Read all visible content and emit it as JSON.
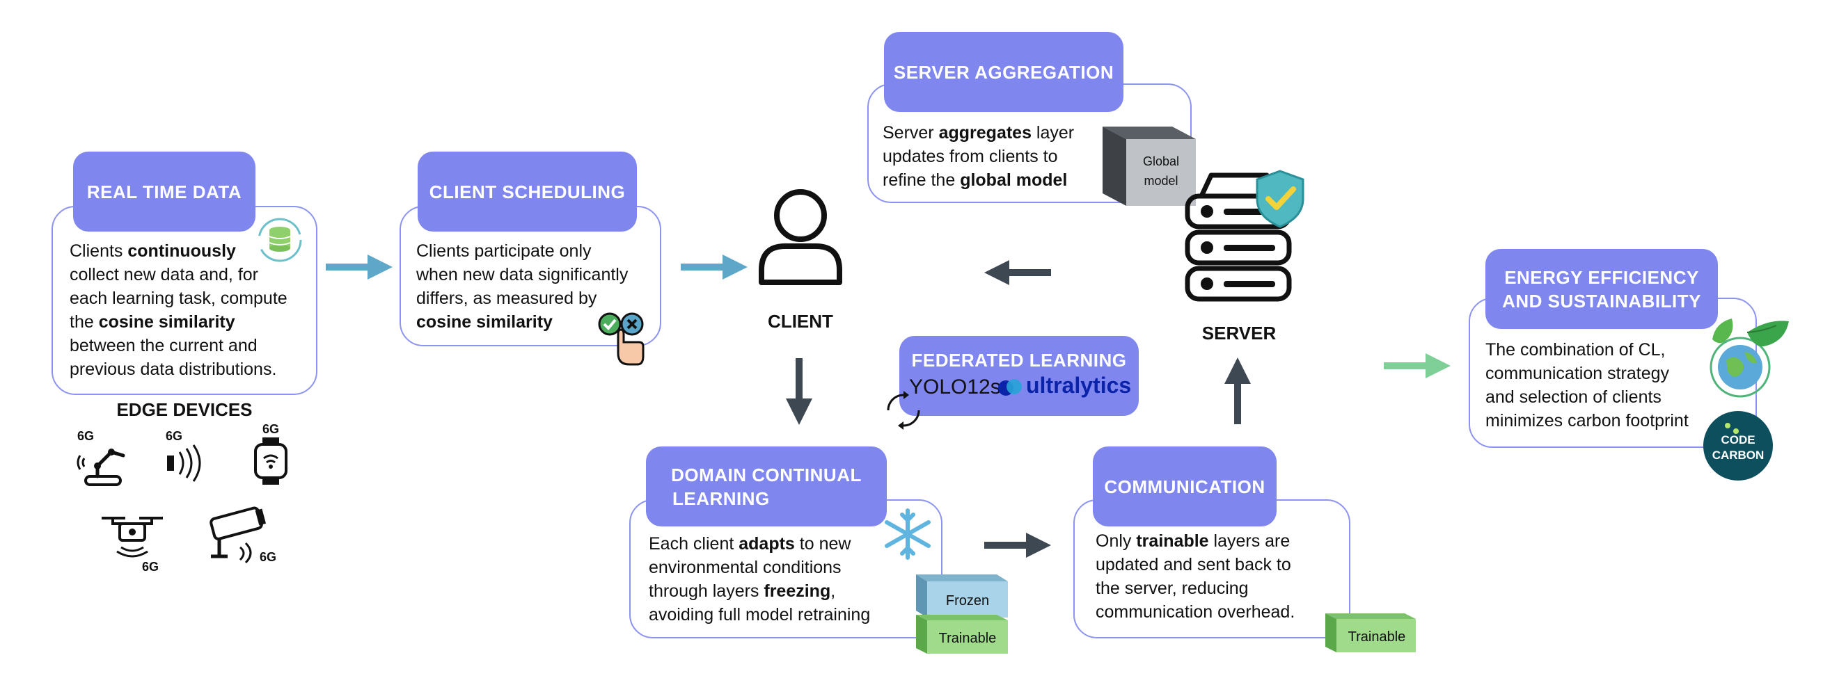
{
  "real_time": {
    "title": "REAL TIME DATA",
    "t1": "Clients ",
    "b1": "continuously",
    "t2": "collect new data and, for",
    "t3": "each learning task, compute",
    "t4": "the ",
    "b2": "cosine similarity",
    "t5": "between the current and",
    "t6": "previous data distributions."
  },
  "edge_devices": {
    "title": "EDGE DEVICES",
    "tag": "6G"
  },
  "client_scheduling": {
    "title": "CLIENT SCHEDULING",
    "t1": "Clients participate only",
    "t2": "when new data significantly",
    "t3": "differs, as measured by",
    "b1": "cosine similarity"
  },
  "client": {
    "label": "CLIENT"
  },
  "server_aggregation": {
    "title": "SERVER AGGREGATION",
    "t1": "Server ",
    "b1": "aggregates",
    "t1b": " layer",
    "t2": "updates from clients to",
    "t3": "refine the ",
    "b2": "global model",
    "box_line1": "Global",
    "box_line2": "model"
  },
  "server": {
    "label": "SERVER"
  },
  "federated": {
    "title": "FEDERATED LEARNING",
    "model": "YOLO12s",
    "brand": "ultralytics"
  },
  "domain_cl": {
    "title_line1": "DOMAIN CONTINUAL",
    "title_line2": "LEARNING",
    "t1": "Each client ",
    "b1": "adapts",
    "t1b": " to new",
    "t2": "environmental conditions",
    "t3": "through layers ",
    "b2": "freezing",
    "t3b": ",",
    "t4": "avoiding full model retraining",
    "frozen": "Frozen",
    "trainable": "Trainable"
  },
  "communication": {
    "title": "COMMUNICATION",
    "t1": "Only ",
    "b1": "trainable",
    "t1b": " layers are",
    "t2": "updated and sent back to",
    "t3": "the server, reducing",
    "t4": "communication overhead.",
    "trainable": "Trainable"
  },
  "energy": {
    "title_line1": "ENERGY EFFICIENCY",
    "title_line2": "AND SUSTAINABILITY",
    "t1": "The combination of CL,",
    "t2": "communication strategy",
    "t3": "and selection of clients",
    "t4": "minimizes carbon footprint",
    "logo1": "CODE",
    "logo2": "CARBON"
  },
  "colors": {
    "accent": "#7f86ee",
    "border": "#8c93f0",
    "arrow_blue": "#5fa7c9",
    "arrow_dark": "#3d4852",
    "arrow_green": "#7fcf98"
  }
}
